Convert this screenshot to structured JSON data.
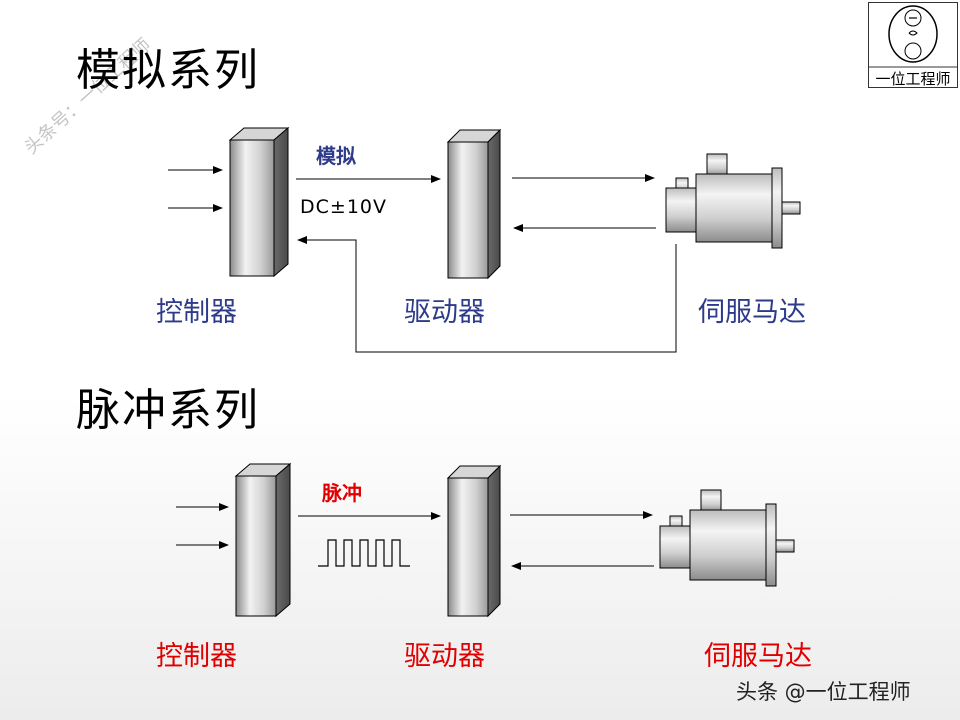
{
  "sections": [
    {
      "title": "模拟系列",
      "signal": "模拟",
      "signal_detail": "DC±10V",
      "controller": "控制器",
      "driver": "驱动器",
      "motor_a": "伺服",
      "motor_b": "马达",
      "colors": {
        "signal": "#2e3b8a",
        "controller": "#2e3b8a",
        "driver": "#2e3b8a",
        "motor_a": "#2e3b8a",
        "motor_b": "#2e3b8a"
      }
    },
    {
      "title": "脉冲系列",
      "signal": "脉冲",
      "controller": "控制器",
      "driver": "驱动器",
      "motor_a": "伺服",
      "motor_b": "马达",
      "colors": {
        "signal": "#e00000",
        "controller": "#e00000",
        "driver": "#e00000",
        "motor_a": "#e00000",
        "motor_b": "#e00000"
      }
    }
  ],
  "logo": {
    "text": "一位工程师"
  },
  "watermark": "头条号：一位工程师",
  "footer": "头条 @一位工程师"
}
